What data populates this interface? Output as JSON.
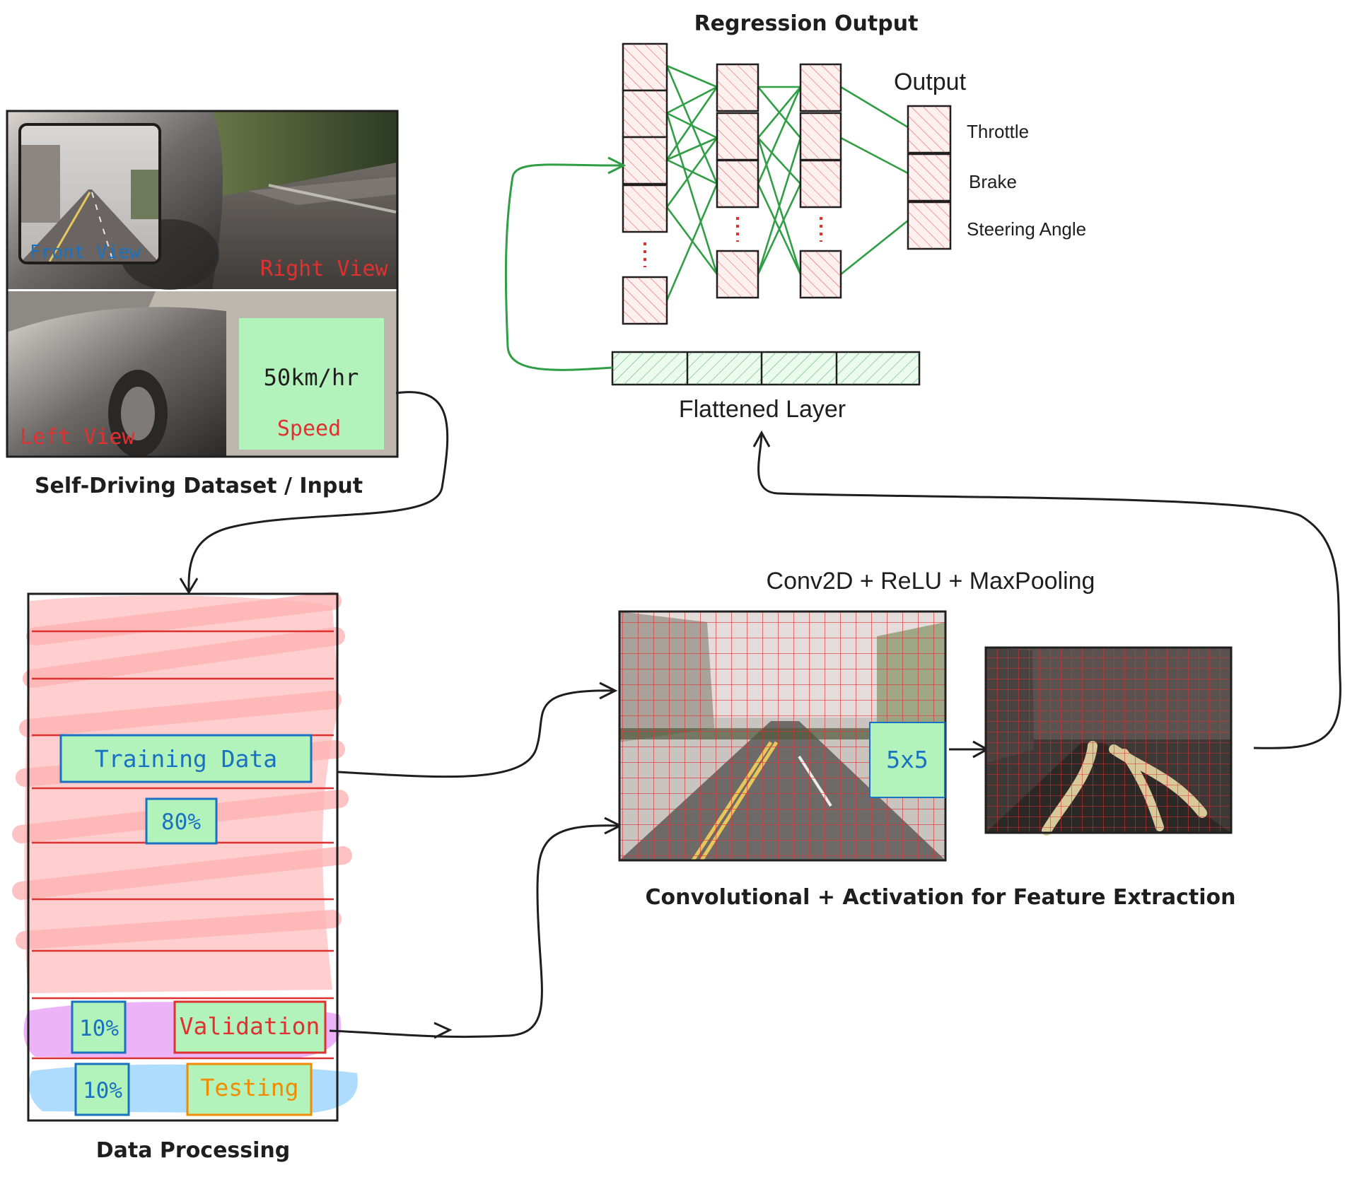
{
  "colors": {
    "green_line": "#2f9e44",
    "red_hatch": "#e03131",
    "node_fill": "#fff0f0",
    "label_green": "#b2f2bb",
    "blue_border": "#1971c2",
    "red_text": "#e03131",
    "orange": "#f08c00",
    "pink_scribble": "#ffc9c9",
    "purple_scribble": "#e599f7",
    "blue_scribble": "#a5d8ff",
    "grid_red": "#e03131"
  },
  "input": {
    "front_view": "Front View",
    "right_view": "Right View",
    "left_view": "Left View",
    "speed_value": "50km/hr",
    "speed_label": "Speed",
    "caption": "Self-Driving Dataset / Input"
  },
  "data_processing": {
    "training_label": "Training Data",
    "training_pct": "80%",
    "validation_pct": "10%",
    "validation_label": "Validation",
    "testing_pct": "10%",
    "testing_label": "Testing",
    "caption": "Data Processing"
  },
  "regression": {
    "title": "Regression Output",
    "output_label": "Output",
    "outputs": [
      "Throttle",
      "Brake",
      "Steering Angle"
    ],
    "flattened_label": "Flattened Layer"
  },
  "conv": {
    "title": "Conv2D + ReLU + MaxPooling",
    "kernel": "5x5",
    "caption": "Convolutional + Activation for Feature Extraction"
  }
}
